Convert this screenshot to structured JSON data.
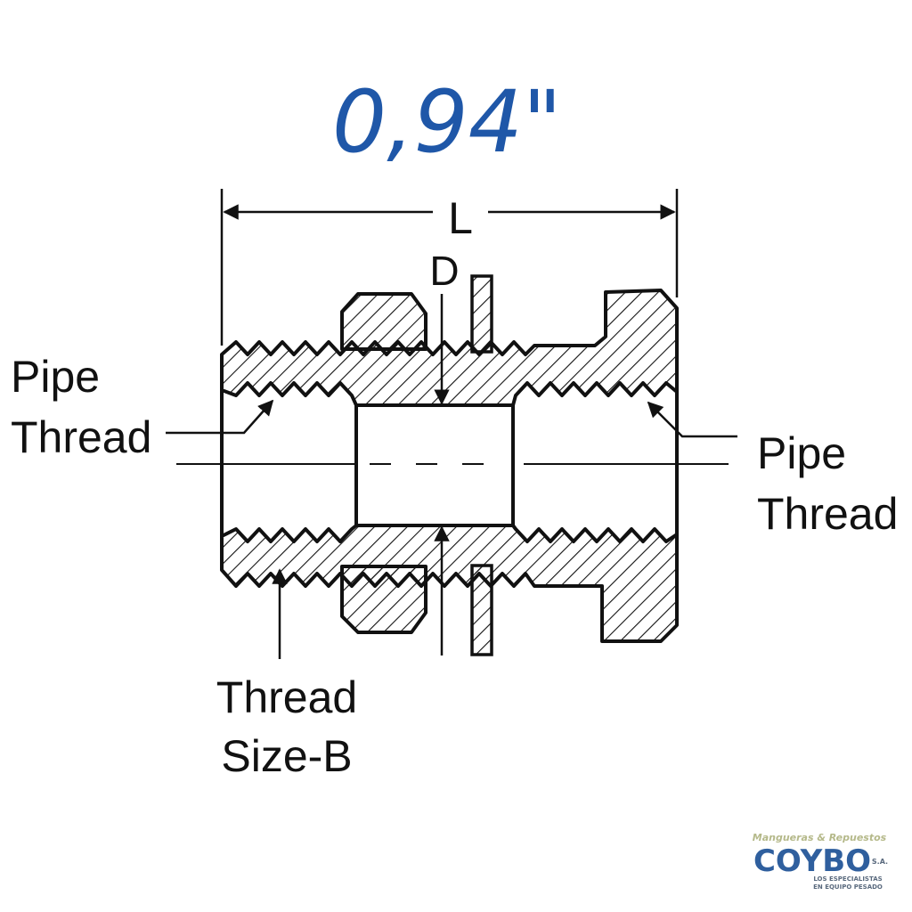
{
  "handwritten_annotation": "0,94\"",
  "dimensions": {
    "length_label": "L",
    "diameter_label": "D"
  },
  "labels": {
    "left_pipe_thread": [
      "Pipe",
      "Thread"
    ],
    "right_pipe_thread": [
      "Pipe",
      "Thread"
    ],
    "thread_size": [
      "Thread",
      "Size-B"
    ]
  },
  "logo": {
    "tagline_top": "Mangueras & Repuestos",
    "brand": "COYBO",
    "suffix": "S.A.",
    "tagline_bottom": [
      "LOS ESPECIALISTAS",
      "EN EQUIPO PESADO"
    ]
  },
  "colors": {
    "ink": "#111111",
    "handwriting": "#1f57a8",
    "logo_blue": "#2f5f9e",
    "logo_olive": "#b5b98a"
  }
}
